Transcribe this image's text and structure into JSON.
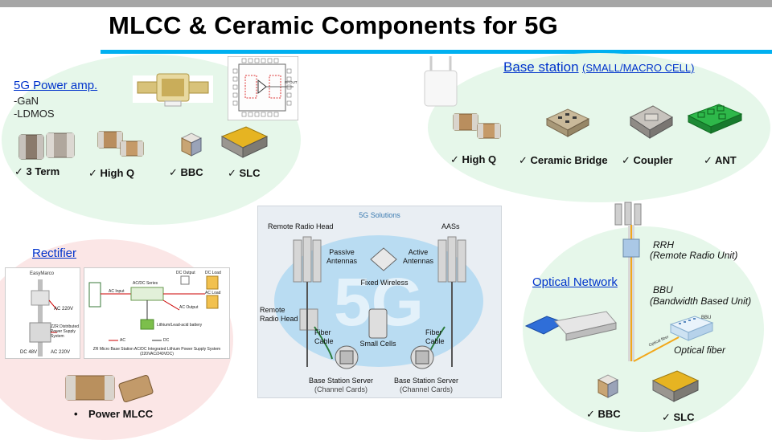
{
  "header": {
    "title": "MLCC & Ceramic Components for 5G"
  },
  "power_amp": {
    "heading": "5G Power amp.",
    "types": [
      "-GaN",
      "-LDMOS"
    ],
    "schematic_label": "RFOUT",
    "components": [
      "✓ 3 Term",
      "✓ High Q",
      "✓ BBC",
      "✓ SLC"
    ]
  },
  "base_station": {
    "heading": "Base station",
    "subheading": "(SMALL/MACRO CELL)",
    "components": [
      "✓ High Q",
      "✓ Ceramic Bridge",
      "✓ Coupler",
      "✓ ANT"
    ]
  },
  "rectifier": {
    "heading": "Rectifier",
    "photo": {
      "brand": "EasyMarco",
      "ac_top": "AC 220V",
      "system": "ZZR Distributed Power Supply System",
      "dc": "DC 48V",
      "ac_bottom": "AC 220V"
    },
    "diagram": {
      "ac_input": "AC Input",
      "series": "AC/DC Series",
      "dc_output": "DC Output",
      "dc_load": "DC Load",
      "ac_load": "AC Load",
      "ac_output": "AC Output",
      "battery": "Lithium/Lead-acid battery",
      "ac": "AC",
      "dc": "DC",
      "caption": "ZR Micro Base Station AC/DC Integrated Lithium Power Supply System (220VAC/240VDC)"
    },
    "component": "Power MLCC"
  },
  "solutions": {
    "title": "5G Solutions",
    "big": "5G",
    "remote_radio_head_top": "Remote Radio Head",
    "aass": "AASs",
    "passive_antennas": "Passive Antennas",
    "active_antennas": "Active Antennas",
    "fixed_wireless": "Fixed Wireless",
    "remote_radio_head": "Remote Radio Head",
    "fiber_cable_left": "Fiber Cable",
    "fiber_cable_right": "Fiber Cable",
    "small_cells": "Small Cells",
    "server_left": "Base Station Server",
    "server_left_sub": "(Channel Cards)",
    "server_right": "Base Station Server",
    "server_right_sub": "(Channel Cards)"
  },
  "optical": {
    "heading": "Optical Network",
    "rrh": "RRH",
    "rrh_full": "(Remote Radio Unit)",
    "bbu": "BBU",
    "bbu_full": "(Bandwidth Based Unit)",
    "bbu_tag": "BBU",
    "fiber_tag": "Optical fiber",
    "fiber_label": "Optical fiber",
    "components": [
      "✓ BBC",
      "✓ SLC"
    ]
  },
  "colors": {
    "accent": "#00b0f0",
    "link": "#0033cc",
    "green_zone": "#e6f7ea",
    "pink_zone": "#fbe6e6"
  }
}
